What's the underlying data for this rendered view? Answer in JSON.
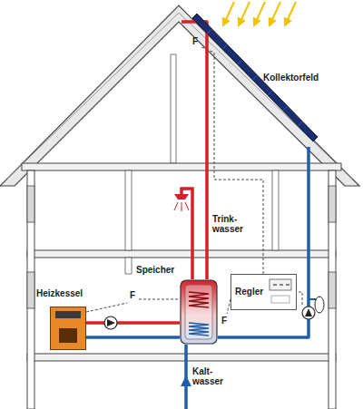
{
  "diagram": {
    "nodes": [
      {
        "text": [
          "Kollektorfeld"
        ]
      },
      {
        "text": [
          "Speicher"
        ]
      },
      {
        "text": [
          "Heizkessel"
        ]
      },
      {
        "text": [
          "Regler"
        ]
      }
    ],
    "edges": [
      {
        "from": 0,
        "to": 1,
        "arrow": "none"
      },
      {
        "from": 1,
        "to": 0,
        "arrow": "none"
      },
      {
        "from": 2,
        "to": 1,
        "arrow": "none"
      },
      {
        "from": 1,
        "to": 2,
        "arrow": "none"
      }
    ],
    "labels": [
      "F",
      "Trink- wasser",
      "F",
      "F",
      "Kalt- wasser"
    ]
  }
}
